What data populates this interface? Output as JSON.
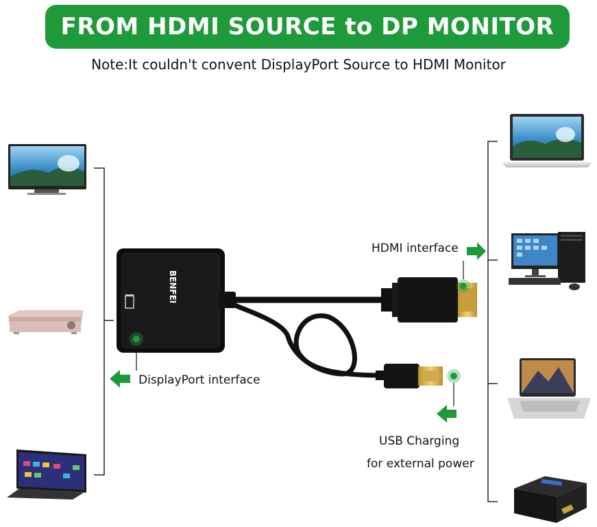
{
  "header": {
    "title": "FROM HDMI SOURCE to DP MONITOR",
    "note": "Note:It couldn't convent DisplayPort Source to HDMI Monitor"
  },
  "adapter": {
    "brand": "BENFEI"
  },
  "labels": {
    "hdmi_interface": "HDMI interface",
    "displayport_interface": "DisplayPort interface",
    "usb_line1": "USB Charging",
    "usb_line2": "for external power"
  },
  "left_devices": [
    "tv-monitor-icon",
    "projector-icon",
    "smart-tv-icon"
  ],
  "right_devices": [
    "laptop-icon",
    "desktop-pc-icon",
    "notebook-icon",
    "hdmi-splitter-icon"
  ],
  "colors": {
    "banner": "#1f9a3a",
    "arrow": "#1f9a3a",
    "cable": "#111111",
    "gold": "#d8b24a"
  }
}
